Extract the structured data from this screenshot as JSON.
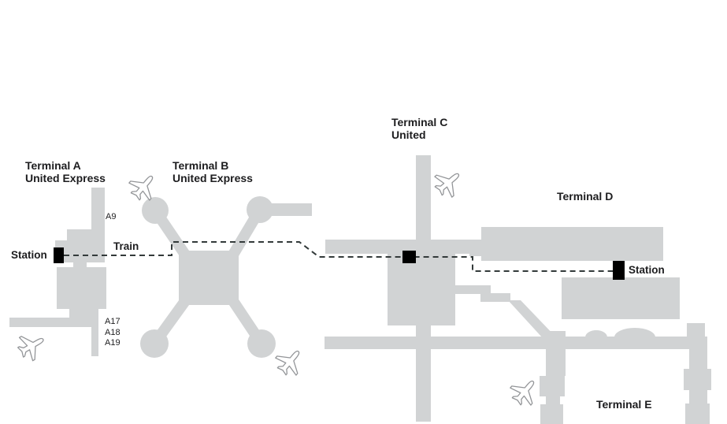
{
  "colors": {
    "background": "#ffffff",
    "terminal_fill": "#d1d3d4",
    "station_fill": "#000000",
    "train_line": "#333a3a",
    "plane_outline": "#939598",
    "text": "#1d1d1f"
  },
  "labels": {
    "terminal_a": {
      "line1": "Terminal A",
      "line2": "United Express"
    },
    "terminal_b": {
      "line1": "Terminal B",
      "line2": "United Express"
    },
    "terminal_c": {
      "line1": "Terminal C",
      "line2": "United"
    },
    "terminal_d": "Terminal D",
    "terminal_e": "Terminal E",
    "station_west": "Station",
    "station_east": "Station",
    "train": "Train"
  },
  "gates": {
    "a9": "A9",
    "a17": "A17",
    "a18": "A18",
    "a19": "A19"
  },
  "icons": {
    "airplane": "✈"
  }
}
